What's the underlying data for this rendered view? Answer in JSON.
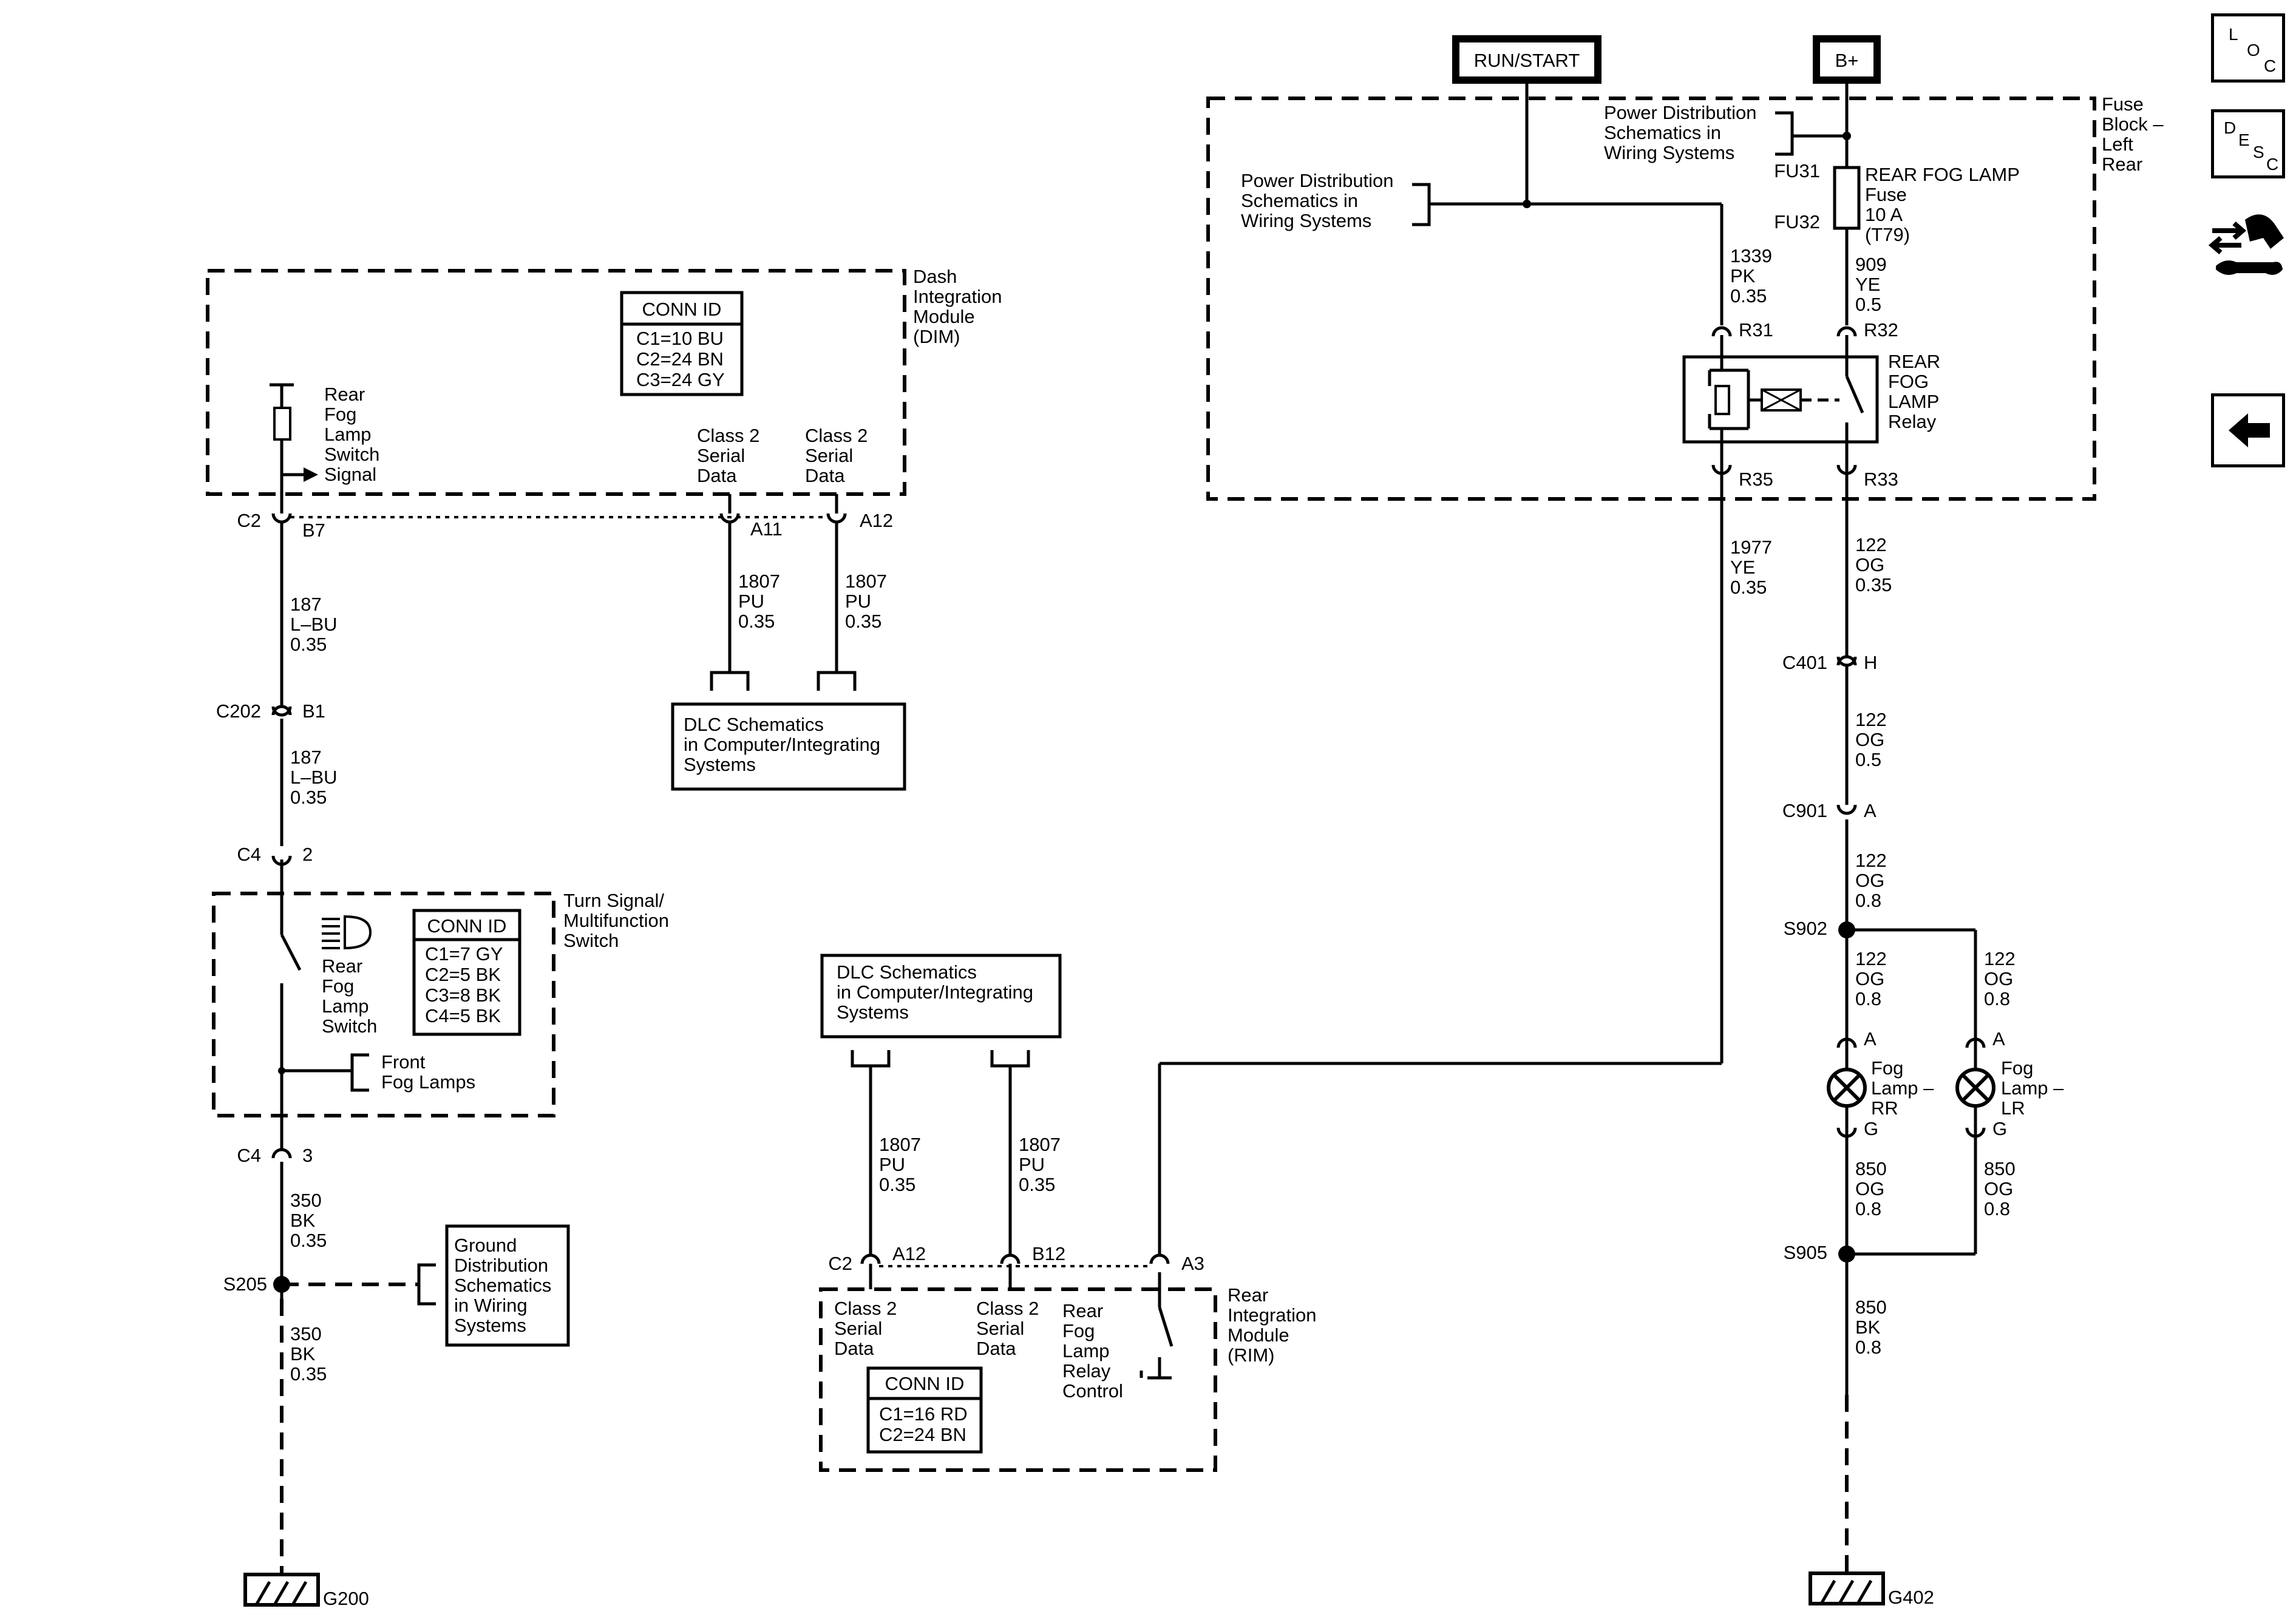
{
  "terminals": {
    "run_start": "RUN/START",
    "b_plus": "B+"
  },
  "modules": {
    "fuse_block": [
      "Fuse",
      "Block –",
      "Left",
      "Rear"
    ],
    "dim": [
      "Dash",
      "Integration",
      "Module",
      "(DIM)"
    ],
    "turn_switch": [
      "Turn Signal/",
      "Multifunction",
      "Switch"
    ],
    "rim": [
      "Rear",
      "Integration",
      "Module",
      "(RIM)"
    ]
  },
  "conn_id": {
    "header": "CONN ID",
    "dim": [
      "C1=10 BU",
      "C2=24 BN",
      "C3=24 GY"
    ],
    "turn_switch": [
      "C1=7 GY",
      "C2=5 BK",
      "C3=8 BK",
      "C4=5 BK"
    ],
    "rim": [
      "C1=16 RD",
      "C2=24 BN"
    ]
  },
  "references": {
    "power_dist": [
      "Power Distribution",
      "Schematics in",
      "Wiring Systems"
    ],
    "dlc": [
      "DLC Schematics",
      "in Computer/Integrating",
      "Systems"
    ],
    "ground_dist": [
      "Ground",
      "Distribution",
      "Schematics",
      "in Wiring",
      "Systems"
    ],
    "front_fog": [
      "Front",
      "Fog Lamps"
    ]
  },
  "components": {
    "fuse": [
      "REAR FOG LAMP",
      "Fuse",
      "10 A",
      "(T79)"
    ],
    "fuse_pins": [
      "FU31",
      "FU32"
    ],
    "relay": [
      "REAR",
      "FOG",
      "LAMP",
      "Relay"
    ],
    "switch_signal": [
      "Rear",
      "Fog",
      "Lamp",
      "Switch",
      "Signal"
    ],
    "fog_switch": [
      "Rear",
      "Fog",
      "Lamp",
      "Switch"
    ],
    "relay_control": [
      "Rear",
      "Fog",
      "Lamp",
      "Relay",
      "Control"
    ],
    "class2": [
      "Class 2",
      "Serial",
      "Data"
    ],
    "lamp_rr": [
      "Fog",
      "Lamp –",
      "RR"
    ],
    "lamp_lr": [
      "Fog",
      "Lamp –",
      "LR"
    ]
  },
  "wires": {
    "w1339": [
      "1339",
      "PK",
      "0.35"
    ],
    "w909": [
      "909",
      "YE",
      "0.5"
    ],
    "w1977": [
      "1977",
      "YE",
      "0.35"
    ],
    "w122a": [
      "122",
      "OG",
      "0.35"
    ],
    "w122b": [
      "122",
      "OG",
      "0.5"
    ],
    "w122c": [
      "122",
      "OG",
      "0.8"
    ],
    "w122d": [
      "122",
      "OG",
      "0.8"
    ],
    "w122e": [
      "122",
      "OG",
      "0.8"
    ],
    "w850a": [
      "850",
      "OG",
      "0.8"
    ],
    "w850b": [
      "850",
      "OG",
      "0.8"
    ],
    "w850c": [
      "850",
      "BK",
      "0.8"
    ],
    "w187a": [
      "187",
      "L–BU",
      "0.35"
    ],
    "w187b": [
      "187",
      "L–BU",
      "0.35"
    ],
    "w350a": [
      "350",
      "BK",
      "0.35"
    ],
    "w350b": [
      "350",
      "BK",
      "0.35"
    ],
    "w1807a": [
      "1807",
      "PU",
      "0.35"
    ],
    "w1807b": [
      "1807",
      "PU",
      "0.35"
    ],
    "w1807c": [
      "1807",
      "PU",
      "0.35"
    ],
    "w1807d": [
      "1807",
      "PU",
      "0.35"
    ]
  },
  "pins": {
    "r31": "R31",
    "r32": "R32",
    "r35": "R35",
    "r33": "R33",
    "c401": "C401",
    "h": "H",
    "c901": "C901",
    "a": "A",
    "s902": "S902",
    "s905": "S905",
    "g": "G",
    "c2": "C2",
    "b7": "B7",
    "a11": "A11",
    "a12": "A12",
    "c202": "C202",
    "b1": "B1",
    "c4": "C4",
    "p2": "2",
    "p3": "3",
    "s205": "S205",
    "b12": "B12",
    "a3": "A3",
    "g200": "G200",
    "g402": "G402"
  },
  "nav": {
    "loc": [
      "L",
      "O",
      "C"
    ],
    "desc": [
      "D",
      "E",
      "S",
      "C"
    ],
    "connector_icon": "connector-tool-icon",
    "back_icon": "back-arrow-icon"
  }
}
